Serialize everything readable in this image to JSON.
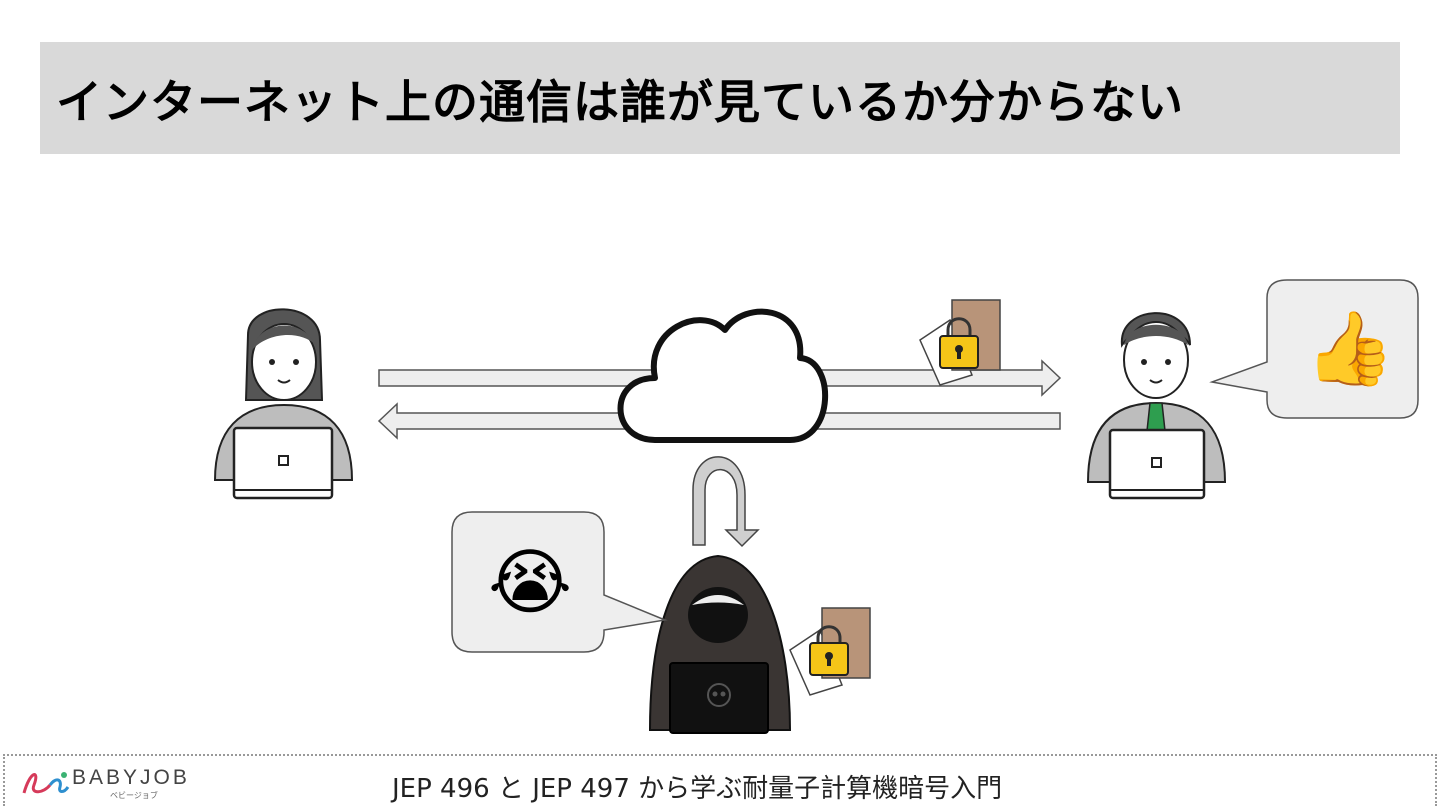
{
  "slide": {
    "title": "インターネット上の通信は誰が見ているか分からない"
  },
  "footer": {
    "logo_text": "BABYJOB",
    "logo_sub": "ベビージョブ",
    "course_title": "JEP 496 と JEP 497 から学ぶ耐量子計算機暗号入門"
  },
  "diagram": {
    "sender": "woman-with-laptop",
    "receiver": "man-with-laptop",
    "network": "cloud",
    "eavesdropper": "hooded-hacker",
    "receiver_reaction": "thumbs-up",
    "eavesdropper_reaction": "crying-face",
    "payload": "locked-package"
  },
  "colors": {
    "title_bar": "#d9d9d9",
    "bubble": "#eeeeee",
    "arrow_fill": "#eeeeee",
    "lock_yellow": "#f5c518",
    "package_brown": "#b89479"
  }
}
